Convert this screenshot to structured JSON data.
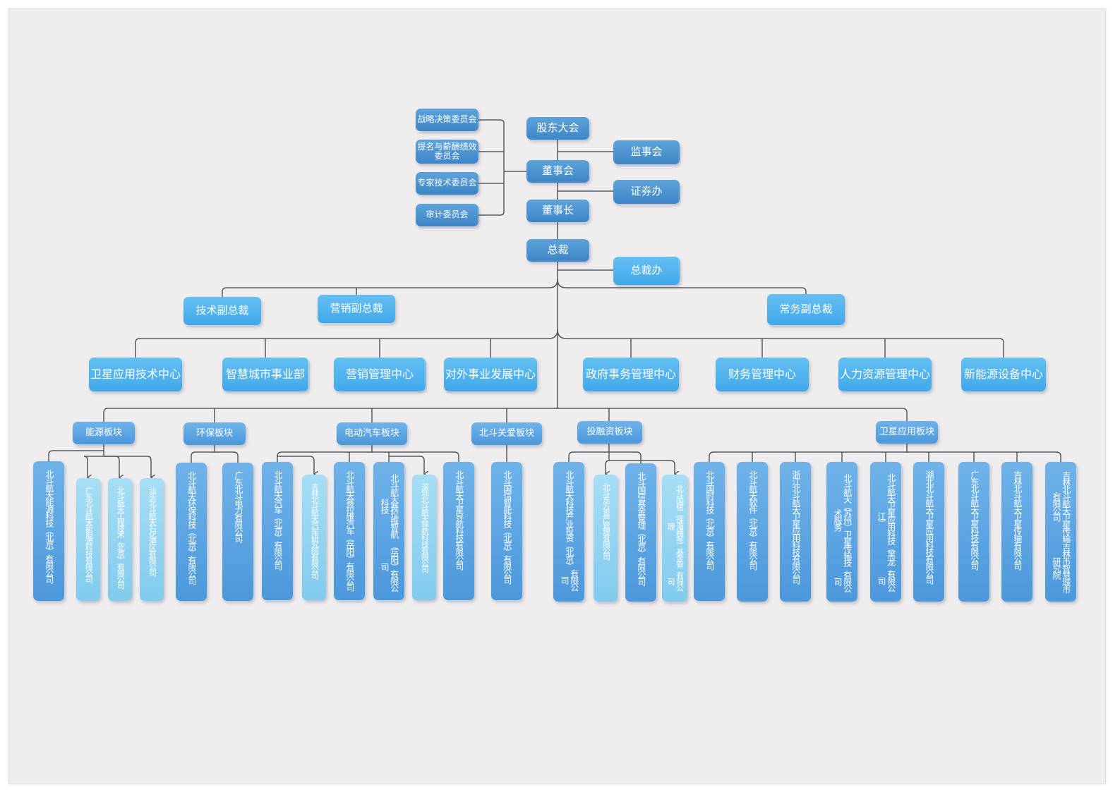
{
  "title": "",
  "colors": {
    "canvas": "#efedee",
    "connector": "#55595e",
    "node_dark": "#3d85c6",
    "node_mid": "#4c98dc",
    "node_bright": "#40a9ea",
    "node_light": "#82cbee"
  },
  "governance": {
    "shareholders": "股东大会",
    "board": "董事会",
    "supervisory_board": "监事会",
    "securities_office": "证券办",
    "chairman": "董事长",
    "president": "总裁",
    "president_office": "总裁办"
  },
  "committees": [
    "战略决策委员会",
    "提名与薪酬绩效委员会",
    "专家技术委员会",
    "审计委员会"
  ],
  "vice_presidents": [
    "技术副总裁",
    "营销副总裁",
    "常务副总裁"
  ],
  "centers": [
    "卫星应用技术中心",
    "智慧城市事业部",
    "营销管理中心",
    "对外事业发展中心",
    "政府事务管理中心",
    "财务管理中心",
    "人力资源管理中心",
    "新能源设备中心"
  ],
  "segments": [
    "能源板块",
    "环保板块",
    "电动汽车板块",
    "北斗关爱板块",
    "投融资板块",
    "卫星应用板块"
  ],
  "companies": [
    [
      "北斗航天能源科技（北京）有限公司"
    ],
    [
      "广东北斗航天新能源科技有限公司"
    ],
    [
      "北斗航天工程技术（北京）有限公司"
    ],
    [
      "汕头北斗航天石化港区有限公司"
    ],
    [
      "北斗航天环保科技（北京）有限公司"
    ],
    [
      "广东北斗电力有限公司"
    ],
    [
      "北斗航天汽车（北京）有限公司"
    ],
    [
      "吉林北斗航天汽车研究院有限公司"
    ],
    [
      "北斗航天赛拉维汽车（岳阳）",
      "有限公司"
    ],
    [
      "北斗航天赛拉维智航科技",
      "（岳阳）有限公司"
    ],
    [
      "深圳北斗航天导航科技有限公司"
    ],
    [
      "北斗航天卫星导航科技有限公司"
    ],
    [
      "北斗国信智能科技（北京）有限公司"
    ],
    [
      "北斗航天科技产业投资（北京）",
      "有限公司"
    ],
    [
      "北斗东方资产管理有限公司"
    ],
    [
      "北斗国信基金管理（北京）",
      "有限公司"
    ],
    [
      "北斗国信（珠海横琴）基金管理",
      "有限公司"
    ],
    [
      "北斗国时科技（北京）有限公司"
    ],
    [
      "北斗航天软件（北京）有限公司"
    ],
    [
      "浙江北斗航天卫星应用科技有限公司"
    ],
    [
      "北斗航天（苏州）卫星传输技术服务",
      "有限公司"
    ],
    [
      "北斗航天卫星应用科技（黑龙江）",
      "有限公司"
    ],
    [
      "湖北北斗航天卫星应用科技有限公司"
    ],
    [
      "广东北斗航天卫星科技有限公司"
    ],
    [
      "吉林北斗航天卫星传输有限公司"
    ],
    [
      "吉林北斗航天卫星传输有限公司",
      "吉林市智慧城市研究院"
    ]
  ]
}
